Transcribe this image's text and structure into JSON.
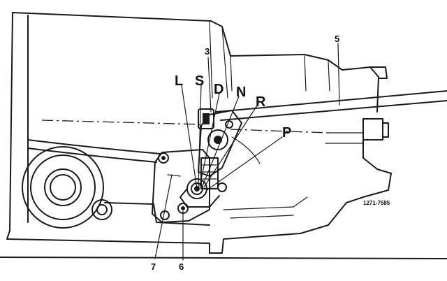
{
  "callouts": {
    "c3": "3",
    "c5": "5",
    "c6": "6",
    "c7": "7"
  },
  "gear_positions": {
    "L": "L",
    "S": "S",
    "D": "D",
    "N": "N",
    "R": "R",
    "P": "P"
  },
  "figure_ref": "1271-7585"
}
